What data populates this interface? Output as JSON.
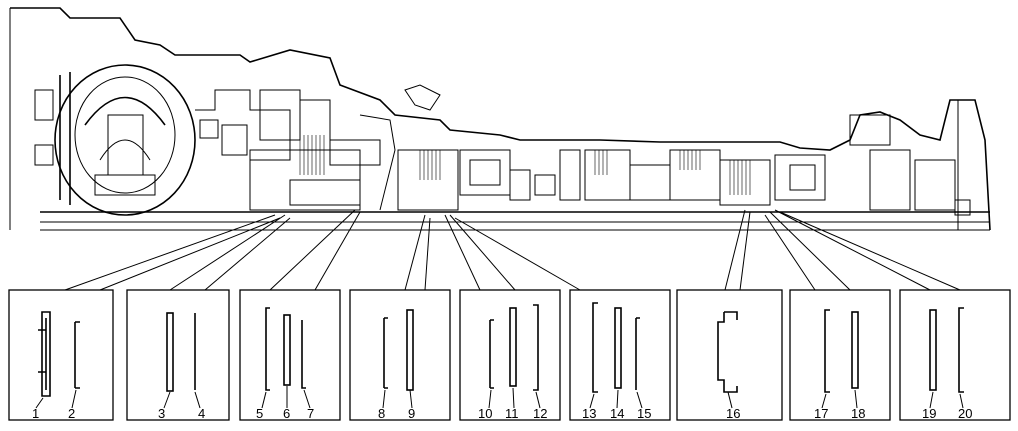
{
  "panels": [
    {
      "labels": [
        "1",
        "2"
      ]
    },
    {
      "labels": [
        "3",
        "4"
      ]
    },
    {
      "labels": [
        "5",
        "6",
        "7"
      ]
    },
    {
      "labels": [
        "8",
        "9"
      ]
    },
    {
      "labels": [
        "10",
        "11",
        "12"
      ]
    },
    {
      "labels": [
        "13",
        "14",
        "15"
      ]
    },
    {
      "labels": [
        "16"
      ]
    },
    {
      "labels": [
        "17",
        "18"
      ]
    },
    {
      "labels": [
        "19",
        "20"
      ]
    }
  ]
}
